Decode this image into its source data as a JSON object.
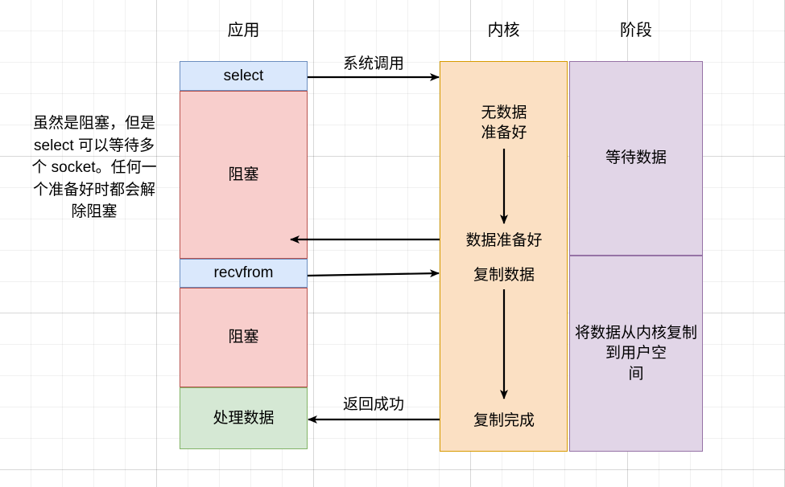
{
  "diagram": {
    "title_columns": [
      {
        "name": "app",
        "label": "应用"
      },
      {
        "name": "kernel",
        "label": "内核"
      },
      {
        "name": "stage",
        "label": "阶段"
      }
    ],
    "app_column": {
      "boxes": [
        {
          "name": "select",
          "label": "select",
          "color": "#dae8fc",
          "border": "#6c8ebf"
        },
        {
          "name": "block-1",
          "label": "阻塞",
          "color": "#f8cecc",
          "border": "#b85450"
        },
        {
          "name": "recvfrom",
          "label": "recvfrom",
          "color": "#dae8fc",
          "border": "#6c8ebf"
        },
        {
          "name": "block-2",
          "label": "阻塞",
          "color": "#f8cecc",
          "border": "#b85450"
        },
        {
          "name": "process-data",
          "label": "处理数据",
          "color": "#d5e8d4",
          "border": "#82b366"
        }
      ]
    },
    "kernel_column": {
      "color": "#fbe0c3",
      "border": "#d79b00",
      "labels": [
        {
          "name": "no-data-ready",
          "text": "无数据\n准备好"
        },
        {
          "name": "data-ready",
          "text": "数据准备好"
        },
        {
          "name": "copy-data",
          "text": "复制数据"
        },
        {
          "name": "copy-done",
          "text": "复制完成"
        }
      ]
    },
    "stage_column": {
      "color": "#e1d5e7",
      "border": "#9673a6",
      "boxes": [
        {
          "name": "stage-wait-data",
          "label": "等待数据"
        },
        {
          "name": "stage-copy-to-user",
          "label": "将数据从内核复制到用户空\n间"
        }
      ]
    },
    "annotation": {
      "name": "select-note",
      "text": "虽然是阻塞，但是\nselect 可以等待多\n个 socket。任何一\n个准备好时都会解\n除阻塞"
    },
    "arrow_labels": [
      {
        "name": "syscall-label",
        "label": "系统调用"
      },
      {
        "name": "return-success-label",
        "label": "返回成功"
      }
    ]
  }
}
